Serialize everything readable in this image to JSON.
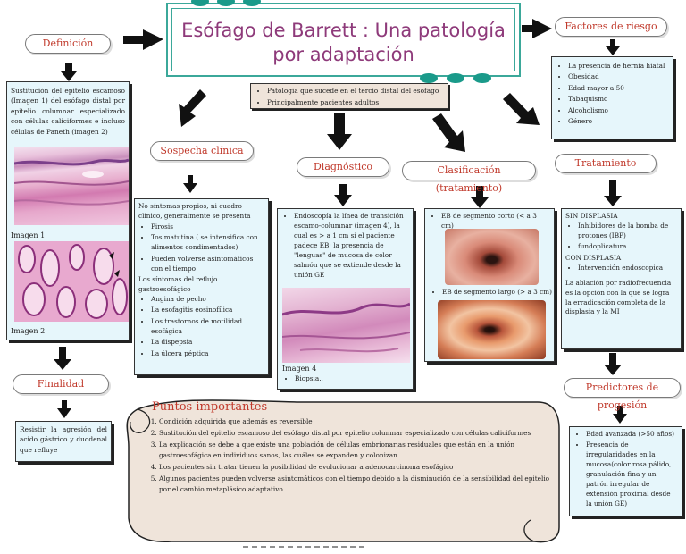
{
  "title": {
    "line1": "Esófago de Barrett : Una patología",
    "line2": "por adaptación"
  },
  "intro": {
    "items": [
      "Patología que sucede en el tercio distal del esófago",
      "Principalmente  pacientes adultos"
    ]
  },
  "definicion": {
    "label": "Definición",
    "text": "Sustitución del epitelio escamoso (Imagen 1) del esófago distal por epitelio columnar especializado con células caliciformes e incluso células de Paneth (imagen 2)",
    "caption1": "Imagen 1",
    "caption2": "Imagen 2"
  },
  "finalidad": {
    "label": "Finalidad",
    "text": "Resistir la agresión del acido gástrico y duodenal que refluye"
  },
  "sospecha": {
    "label": "Sospecha clínica",
    "intro": "No síntomas propios, ni cuadro clínico, generalmente se presenta",
    "items1": [
      "Pirosis",
      "Tos matutina ( se intensifica con alimentos condimentados)",
      "Pueden volverse asintomáticos con el tiempo"
    ],
    "subtitle": "Los síntomas del reflujo gastroesofágico",
    "items2": [
      "Angina de pecho",
      "La esofagitis eosinofílica",
      "Los trastornos de motilidad esofágica",
      "La dispepsia",
      "La úlcera péptica"
    ]
  },
  "diagnostico": {
    "label": "Diagnóstico",
    "item1": "Endoscopía la línea de transición escamo-columnar (imagen 4), la cual es > a 1 cm si el paciente padece EB; la presencia de \"lenguas\" de mucosa de color salmón que se extiende desde la unión GE",
    "caption": "Imagen 4",
    "item2": "Biopsia.."
  },
  "clasificacion": {
    "label": "Clasificación (tratamiento)",
    "item1": "EB de segmento corto (< a 3 cm)",
    "item2": "EB de segmento largo (> a 3 cm)"
  },
  "factores": {
    "label": "Factores de riesgo",
    "items": [
      "La presencia de hernia hiatal",
      "Obesidad",
      "Edad mayor a 50",
      "Tabaquismo",
      "Alcoholismo",
      "Género"
    ]
  },
  "tratamiento": {
    "label": "Tratamiento",
    "h1": "SIN DISPLASIA",
    "items1": [
      "Inhibidores de la bomba de protones (IBP)",
      "fundoplicatura"
    ],
    "h2": "CON DISPLASIA",
    "items2": [
      "Intervención endoscopica"
    ],
    "note": "La ablación por radiofrecuencia es la opción con la que se logra la erradicación completa de la displasia y la MI"
  },
  "predictores": {
    "label": "Predictores de progesión",
    "items": [
      "Edad avanzada (>50 años)",
      "Presencia de irregularidades en la mucosa(color rosa pálido, granulación fina y un patrón irregular de extensión proximal desde la unión GE)"
    ]
  },
  "puntos": {
    "title": "Puntos importantes",
    "items": [
      "Condición adquirida que además es reversible",
      "Sustitución del epitelio escamoso del esófago distal por epitelio columnar especializado con células caliciformes",
      "La explicación se debe a que existe  una población de células embrionarias residuales que están en la unión gastroesofágica en individuos sanos, las cuáles se expanden y colonizan",
      "Los pacientes  sin tratar tienen la posibilidad de evolucionar a adenocarcinoma esofágico",
      "Algunos pacientes pueden volverse asintomáticos con el tiempo debido a la disminución de la sensibilidad del epitelio por el cambio metaplásico adaptativo"
    ]
  },
  "colors": {
    "accent": "#c0392b",
    "title": "#8e3a7a",
    "box_bg": "#e6f6fb",
    "teal": "#1a9a8a",
    "note_bg": "#efe4da"
  }
}
